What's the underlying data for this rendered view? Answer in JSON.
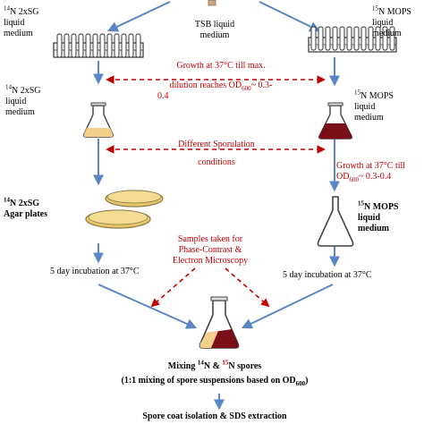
{
  "colors": {
    "arrow": "#5b86c4",
    "red_text": "#c00000",
    "dark_medium": "#7a0f1a",
    "light_medium": "#f2d28a",
    "agar": "#e8c66a",
    "glass": "#444444"
  },
  "top": {
    "tsb_line1": "TSB liquid",
    "tsb_line2": "medium"
  },
  "left": {
    "n14_liquid_top": {
      "sup": "14",
      "rest1": "N 2xSG",
      "line2": "liquid",
      "line3": "medium"
    },
    "n14_flask": {
      "sup": "14",
      "rest1": "N 2xSG",
      "line2": "liquid",
      "line3": "medium"
    },
    "n14_agar": {
      "sup": "14",
      "rest1": "N 2xSG",
      "line2": "Agar plates"
    },
    "incubation": "5 day incubation at 37°C"
  },
  "right": {
    "n15_liquid_top": {
      "sup": "15",
      "rest1": "N MOPS",
      "line2": "liquid",
      "line3": "medium"
    },
    "n15_flask": {
      "sup": "15",
      "rest1": "N MOPS",
      "line2": "liquid",
      "line3": "medium"
    },
    "growth_line1": "Growth at 37°C till",
    "growth_od": "OD",
    "growth_sub": "600",
    "growth_tail": "~ 0.3-0.4",
    "n15_big": {
      "sup": "15",
      "rest1": "N MOPS",
      "line2": "liquid",
      "line3": "medium"
    },
    "incubation": "5 day incubation at 37°C"
  },
  "center": {
    "growth_line1": "Growth at 37°C till max.",
    "growth_line2_a": "dilution reaches OD",
    "growth_line2_sub": "600",
    "growth_line2_b": "~ 0.3-",
    "growth_line3": "0.4",
    "spor_line1": "Different Sporulation",
    "spor_line2": "conditions",
    "samples_line1": "Samples taken for",
    "samples_line2": "Phase-Contrast &",
    "samples_line3": "Electron Microscopy"
  },
  "bottom": {
    "mix_a": "Mixing ",
    "mix_sup1": "14",
    "mix_b": "N & ",
    "mix_sup2": "15",
    "mix_c": "N spores",
    "mix_line2_a": "(1:1 mixing of spore suspensions based on OD",
    "mix_line2_sub": "600",
    "mix_line2_b": ")",
    "final": "Spore coat isolation & SDS extraction"
  }
}
